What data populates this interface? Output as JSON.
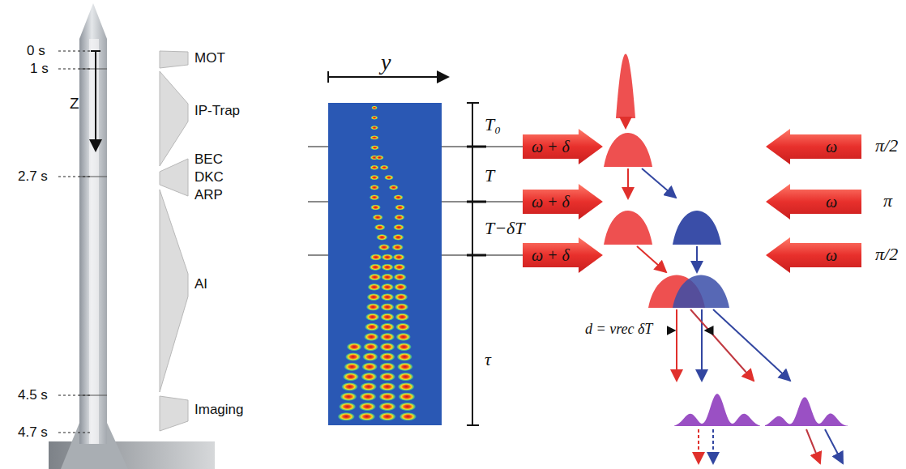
{
  "diagram": {
    "nodes": [
      {
        "text": [
          "ω + δ"
        ]
      },
      {
        "text": [
          "ω + δ"
        ]
      },
      {
        "text": [
          "ω + δ"
        ]
      },
      {
        "text": [
          "ω"
        ]
      },
      {
        "text": [
          "ω"
        ]
      },
      {
        "text": [
          "ω"
        ]
      }
    ],
    "labels": [
      "0 s",
      "1 s",
      "2.7 s",
      "4.5 s",
      "4.7 s",
      "Z",
      "MOT",
      "IP-Trap",
      "BEC",
      "DKC",
      "ARP",
      "AI",
      "Imaging",
      "y",
      "T₀",
      "T",
      "T−δT",
      "τ",
      "π/2",
      "π",
      "π/2",
      "d = vrec δT"
    ]
  }
}
